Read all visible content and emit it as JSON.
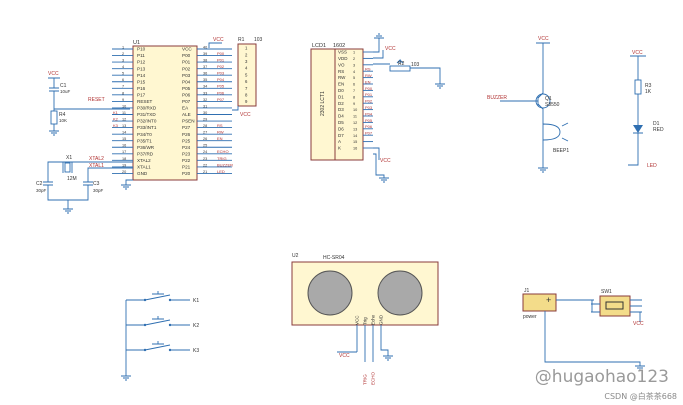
{
  "mcu": {
    "ref": "U1",
    "pins_left": [
      "P10",
      "P11",
      "P12",
      "P13",
      "P14",
      "P15",
      "P16",
      "P17",
      "RESET",
      "P30/RXD",
      "P31/TXD",
      "P32/INT0",
      "P33/INT1",
      "P34/T0",
      "P35/T1",
      "P36/WR",
      "P37/RD",
      "XTAL2",
      "XTAL1",
      "GND"
    ],
    "nums_left": [
      "1",
      "2",
      "3",
      "4",
      "5",
      "6",
      "7",
      "8",
      "9",
      "10",
      "11",
      "12",
      "13",
      "14",
      "15",
      "16",
      "17",
      "18",
      "19",
      "20"
    ],
    "pins_right": [
      "VCC",
      "P00",
      "P01",
      "P02",
      "P03",
      "P04",
      "P05",
      "P06",
      "P07",
      "EA",
      "ALE",
      "PSEN",
      "P27",
      "P26",
      "P25",
      "P24",
      "P23",
      "P22",
      "P21",
      "P20"
    ],
    "nums_right": [
      "40",
      "39",
      "38",
      "37",
      "36",
      "35",
      "34",
      "33",
      "32",
      "31",
      "30",
      "29",
      "28",
      "27",
      "26",
      "25",
      "24",
      "23",
      "22",
      "21"
    ],
    "nets_left": [
      "",
      "",
      "",
      "",
      "",
      "",
      "",
      "",
      "",
      "",
      "K1",
      "K2",
      "K3",
      "",
      "",
      "",
      "",
      "",
      "",
      ""
    ],
    "nets_right": [
      "VCC",
      "P00",
      "P01",
      "P02",
      "P03",
      "P04",
      "P05",
      "P06",
      "P07",
      "",
      "",
      "",
      "RS",
      "RW",
      "EN",
      "",
      "ECHO",
      "TRIG",
      "BUZZER",
      "LED"
    ],
    "reset_net": "RESET",
    "xtal2_net": "XTAL2",
    "xtal1_net": "XTAL1"
  },
  "pullup": {
    "ref": "R1",
    "value": "103",
    "pins": [
      "1",
      "2",
      "3",
      "4",
      "5",
      "6",
      "7",
      "8",
      "9"
    ],
    "vcc": "VCC"
  },
  "reset_circuit": {
    "vcc": "VCC",
    "c_ref": "C1",
    "c_val": "10uF",
    "r_ref": "R4",
    "r_val": "10K"
  },
  "crystal": {
    "ref": "X1",
    "val": "12M",
    "c2_ref": "C2",
    "c2_val": "30pF",
    "c3_ref": "C3",
    "c3_val": "30pF",
    "xtal2": "XTAL2",
    "xtal1": "XTAL1"
  },
  "lcd": {
    "ref": "LCD1",
    "part": "1602",
    "body": "2302 LCT1",
    "pins": [
      "VSS",
      "VDD",
      "VO",
      "RS",
      "RW",
      "EN",
      "D0",
      "D1",
      "D2",
      "D3",
      "D4",
      "D5",
      "D6",
      "D7",
      "A",
      "K"
    ],
    "nums": [
      "1",
      "2",
      "3",
      "4",
      "5",
      "6",
      "7",
      "8",
      "9",
      "10",
      "11",
      "12",
      "13",
      "14",
      "15",
      "16"
    ],
    "nets": [
      "",
      "VCC",
      "",
      "RS",
      "RW",
      "EN",
      "P00",
      "P01",
      "P02",
      "P03",
      "P04",
      "P05",
      "P06",
      "P07",
      "",
      ""
    ],
    "vcc": "VCC",
    "pot_ref": "R2",
    "pot_val": "103",
    "vcc2": "VCC"
  },
  "buzzer": {
    "vcc": "VCC",
    "net": "BUZZER",
    "q_ref": "Q1",
    "q_val": "S8550",
    "ref": "BEEP1"
  },
  "led": {
    "vcc": "VCC",
    "r_ref": "R3",
    "r_val": "1K",
    "d_ref": "D1",
    "d_val": "RED",
    "net": "LED"
  },
  "keys": {
    "labels": [
      "K1",
      "K2",
      "K3"
    ]
  },
  "ultrasonic": {
    "ref": "U2",
    "part": "HC-SR04",
    "pins": [
      "VCC",
      "Trig",
      "Echo",
      "GND"
    ],
    "nets": [
      "TRIG",
      "ECHO"
    ],
    "vcc": "VCC"
  },
  "power": {
    "ref": "J1",
    "label": "power",
    "plus": "+",
    "sw_ref": "SW1",
    "vcc": "VCC"
  },
  "watermark": "@hugaohao123",
  "credit": "CSDN @白茶茶668"
}
